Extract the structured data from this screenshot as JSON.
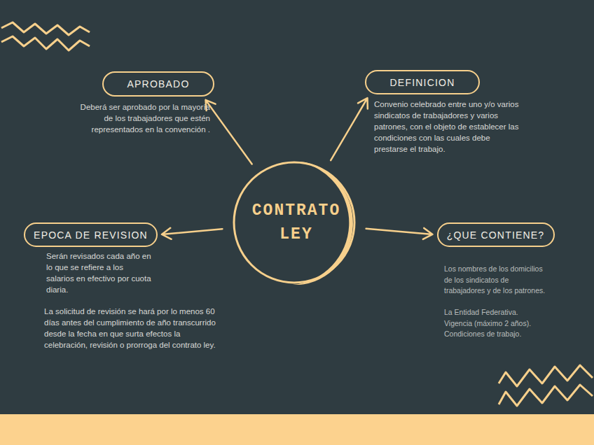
{
  "diagram": {
    "nodes": [
      {
        "text": [
          "CONTRATO LEY"
        ]
      },
      {
        "text": [
          "APROBADO",
          "Deberá ser aprobado por la mayoría de los trabajadores que estén representados en la convención ."
        ]
      },
      {
        "text": [
          "DEFINICION",
          "Convenio celebrado entre uno y/o varios sindicatos de trabajadores y varios patrones, con el objeto de establecer las condiciones con las cuales debe prestarse el trabajo."
        ]
      },
      {
        "text": [
          "EPOCA DE REVISION",
          "Serán revisados cada año en lo que se refiere a los salarios en efectivo por cuota diaria.",
          "La solicitud de revisión se hará por lo menos 60 días antes del cumplimiento de año transcurrido desde la fecha en que surta efectos la celebración, revisión o prorroga del contrato ley."
        ]
      },
      {
        "text": [
          "¿QUE CONTIENE?",
          "Los nombres de los domicilios de los sindicatos de trabajadores y de los patrones.",
          "La Entidad Federativa.",
          "Vigencia (máximo 2 años).",
          "Condiciones de trabajo."
        ]
      }
    ],
    "edges": [
      {
        "from": 0,
        "to": 1,
        "arrow": "to"
      },
      {
        "from": 0,
        "to": 2,
        "arrow": "to"
      },
      {
        "from": 0,
        "to": 3,
        "arrow": "to"
      },
      {
        "from": 0,
        "to": 4,
        "arrow": "to"
      }
    ]
  }
}
